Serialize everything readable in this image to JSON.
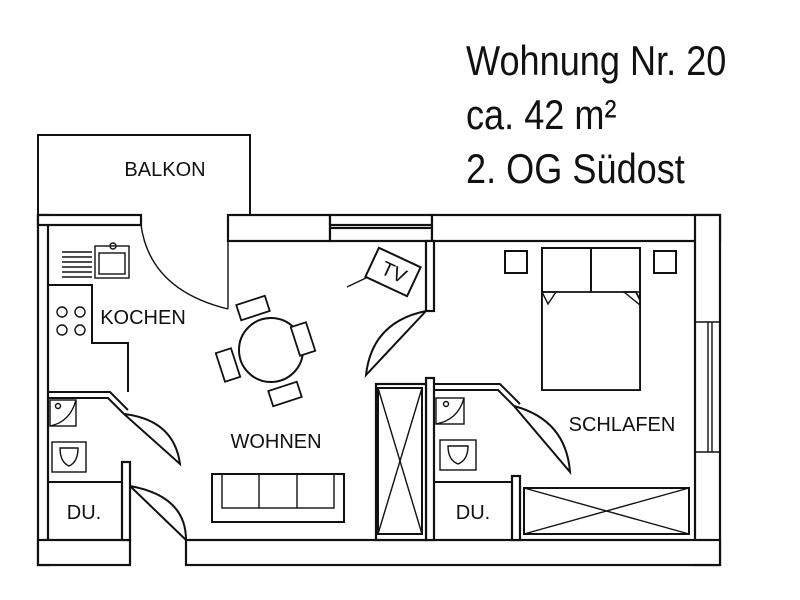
{
  "header": {
    "apartment": "Wohnung Nr. 20",
    "area": "ca. 42 m²",
    "location": "2. OG Südost"
  },
  "rooms": {
    "balkon": "BALKON",
    "kochen": "KOCHEN",
    "wohnen": "WOHNEN",
    "schlafen": "SCHLAFEN",
    "dusche_links": "DU.",
    "dusche_rechts": "DU.",
    "tv": "TV"
  },
  "colors": {
    "line": "#111111",
    "background": "#ffffff"
  },
  "icons": [
    "sink-icon",
    "stove-icon",
    "toilet-icon",
    "shower-icon",
    "double-bed-icon",
    "sofa-icon",
    "dining-table-icon",
    "tv-icon",
    "wardrobe-icon",
    "door-swing-icon"
  ]
}
